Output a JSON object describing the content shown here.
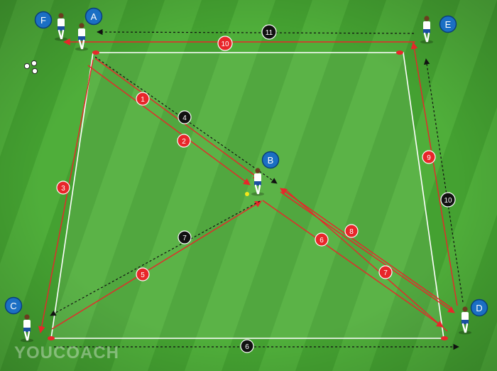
{
  "colors": {
    "grass_light": "#4fae3a",
    "grass_dark": "#44a131",
    "run_red": "#e8262a",
    "pass_black": "#111111",
    "player_badge": "#1b6fc4",
    "cone": "#e8262a",
    "field_line": "#ffffff"
  },
  "players": [
    {
      "id": "F",
      "label": "F"
    },
    {
      "id": "A",
      "label": "A"
    },
    {
      "id": "E",
      "label": "E"
    },
    {
      "id": "B",
      "label": "B"
    },
    {
      "id": "C",
      "label": "C"
    },
    {
      "id": "D",
      "label": "D"
    }
  ],
  "red_steps": [
    "1",
    "2",
    "3",
    "5",
    "6",
    "7",
    "8",
    "9",
    "10"
  ],
  "black_steps": [
    "4",
    "6",
    "7",
    "10",
    "11"
  ],
  "watermark": "YOUCOACH"
}
